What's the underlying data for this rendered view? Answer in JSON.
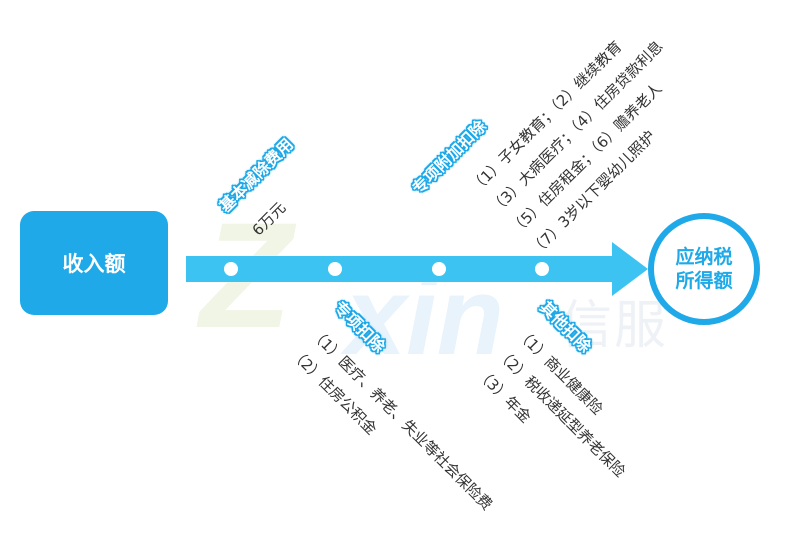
{
  "watermark": {
    "letter": "Z",
    "text": "xin",
    "cn": "信服"
  },
  "start": {
    "label": "收入额"
  },
  "end": {
    "line1": "应纳税",
    "line2": "所得额"
  },
  "colors": {
    "primary": "#1fa9e8",
    "arrow": "#3cc3f2",
    "text": "#333333"
  },
  "top_branches": {
    "basic": {
      "title": "基本减除费用",
      "items": [
        "6万元"
      ]
    },
    "special_additional": {
      "title": "专项附加扣除",
      "items": [
        "（1）子女教育；（2）继续教育",
        "（3）大病医疗；（4）住房贷款利息",
        "（5）住房租金；（6）赡养老人",
        "（7）3岁以下婴幼儿照护"
      ]
    }
  },
  "bottom_branches": {
    "special": {
      "title": "专项扣除",
      "items": [
        "（1）医疗、养老、失业等社会保险费",
        "（2）住房公积金"
      ]
    },
    "other": {
      "title": "其他扣除",
      "items": [
        "（1）商业健康险",
        "（2）税收递延型养老保险",
        "（3）年金"
      ]
    }
  }
}
